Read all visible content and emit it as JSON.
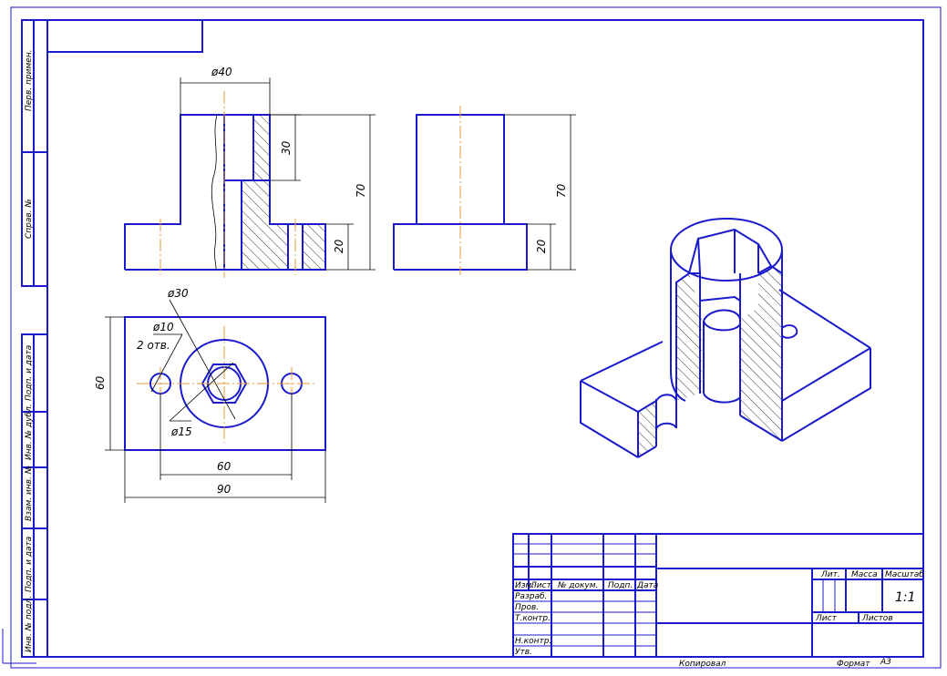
{
  "dimensions": {
    "d40": "ø40",
    "h30": "30",
    "h70_front": "70",
    "h20_front": "20",
    "h70_side": "70",
    "h20_side": "20",
    "d30": "ø30",
    "d10": "ø10",
    "holes": "2 отв.",
    "d15": "ø15",
    "w60": "60",
    "w60_spacing": "60",
    "w90": "90"
  },
  "frame_margin": {
    "perv_primen": "Перв. примен.",
    "sprav_no": "Справ. №",
    "podp_data_1": "Подп. и дата",
    "inv_dubl": "Инв. № дубл.",
    "vzam_inv": "Взам. инв. №",
    "podp_data_2": "Подп. и дата",
    "inv_podl": "Инв. № подл."
  },
  "title_block": {
    "izm": "Изм.",
    "list": "Лист",
    "no_dokum": "№ докум.",
    "podp": "Подп.",
    "data": "Дата",
    "razrab": "Разраб.",
    "prov": "Пров.",
    "t_kontr": "Т.контр.",
    "n_kontr": "Н.контр.",
    "utv": "Утв.",
    "lit": "Лит.",
    "massa": "Масса",
    "masshtab": "Масштаб",
    "masshtab_value": "1:1",
    "sheet_list": "Лист",
    "sheet_listov": "Листов"
  },
  "footer": {
    "kopiroval": "Копировал",
    "format": "Формат",
    "format_value": "А3"
  }
}
